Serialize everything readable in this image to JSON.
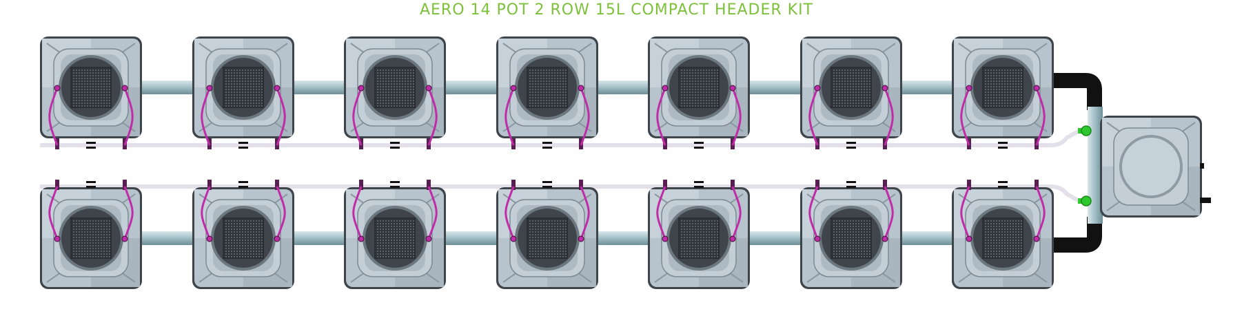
{
  "title": "AERO 14 POT 2 ROW 15L COMPACT HEADER KIT",
  "kit": {
    "pots_per_row": 7,
    "rows": 2,
    "colors": {
      "title": "#7dc13a",
      "pot_body": "#b7c4ce",
      "pot_edge": "#3d444a",
      "basket": "#3f454b",
      "pipe": "#9fbcc4",
      "feed_line": "#e4e0ea",
      "drip_line": "#c02ca8",
      "elbow": "#111111",
      "valve": "#2ec72e"
    }
  }
}
